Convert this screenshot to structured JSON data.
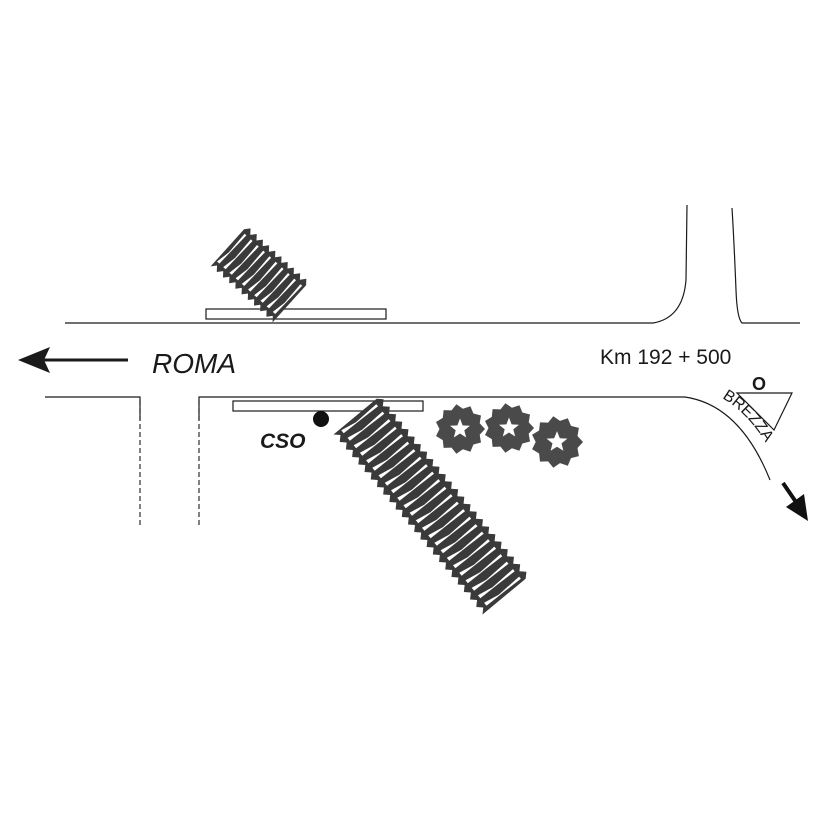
{
  "direction_label": "ROMA",
  "kilometer_marker": "Km 192 + 500",
  "station_label": "CSO",
  "side_road_label": "BREZZA",
  "road_sign_symbol": "O",
  "icons": {
    "west_arrow": "arrow-left-icon",
    "southeast_arrow": "arrow-down-right-icon",
    "trees": "tree-icon",
    "station_marker": "dot-icon"
  },
  "colors": {
    "ink": "#1a1a1a",
    "crosswalk": "#3a3a3a",
    "tree": "#4a4a4a",
    "background": "#ffffff"
  }
}
